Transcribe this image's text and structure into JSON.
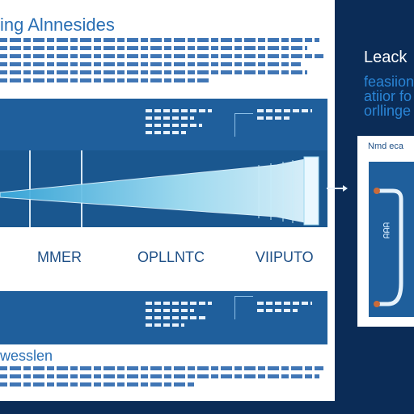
{
  "left_panel": {
    "title": "ing Alnnesides",
    "columns": [
      "MMER",
      "OPLLNTC",
      "VIIPUTO"
    ],
    "section_heading": "wesslen"
  },
  "right_panel": {
    "heading": "Leack",
    "lines": [
      "feasiion",
      "atiior fo",
      "orllinge"
    ],
    "card_label": "Nmd eca",
    "card_text": "ᏌᏌᏌ"
  },
  "colors": {
    "page_bg": "#0b2c57",
    "panel_bg": "#ffffff",
    "band_blue": "#1f5f9c",
    "accent_blue": "#2a85d6"
  }
}
